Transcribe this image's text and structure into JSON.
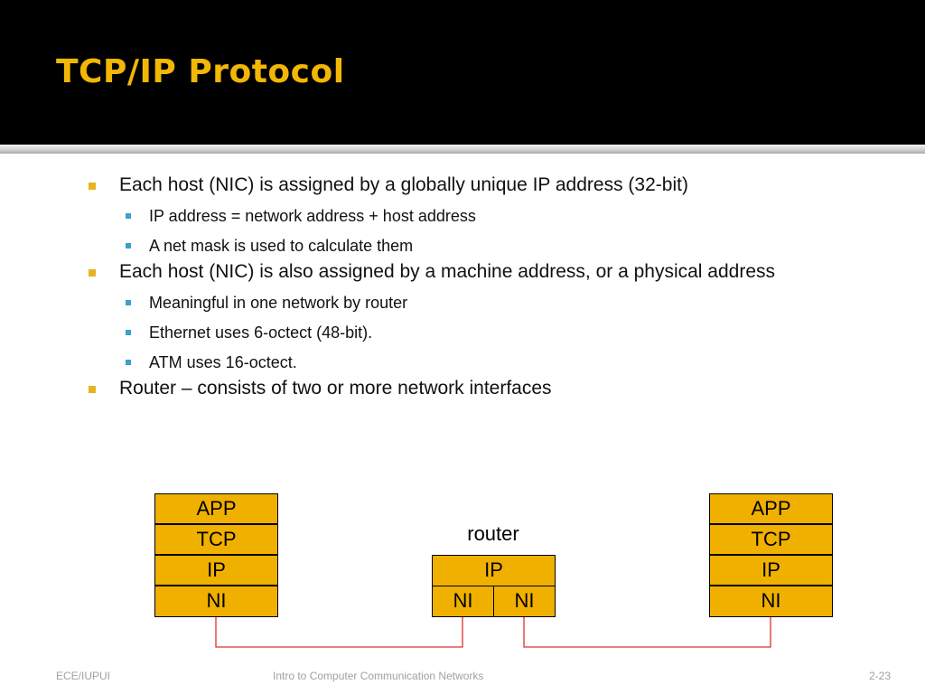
{
  "slide": {
    "title": "TCP/IP Protocol",
    "bullets": [
      {
        "text": "Each host (NIC) is assigned by a globally unique IP address (32-bit)",
        "sub": [
          "IP address = network address + host address",
          "A net mask is used to calculate them"
        ]
      },
      {
        "text": "Each host (NIC) is also assigned by a machine address, or a physical address",
        "sub": [
          "Meaningful in one network by router",
          "Ethernet uses 6-octect (48-bit).",
          "ATM uses 16-octect."
        ]
      },
      {
        "text": "Router – consists of two or more network interfaces",
        "sub": []
      }
    ]
  },
  "diagram": {
    "left_stack": [
      "APP",
      "TCP",
      "IP",
      "NI"
    ],
    "router_label": "router",
    "router_ip": "IP",
    "router_ni": [
      "NI",
      "NI"
    ],
    "right_stack": [
      "APP",
      "TCP",
      "IP",
      "NI"
    ],
    "colors": {
      "box": "#f0b000",
      "link": "#e03030"
    }
  },
  "footer": {
    "left": "ECE/IUPUI",
    "center": "Intro to Computer Communication Networks",
    "right": "2-23"
  },
  "colors": {
    "title": "#f2b705",
    "bullet_l1": "#e6b41e",
    "bullet_l2": "#3b9fd0"
  }
}
